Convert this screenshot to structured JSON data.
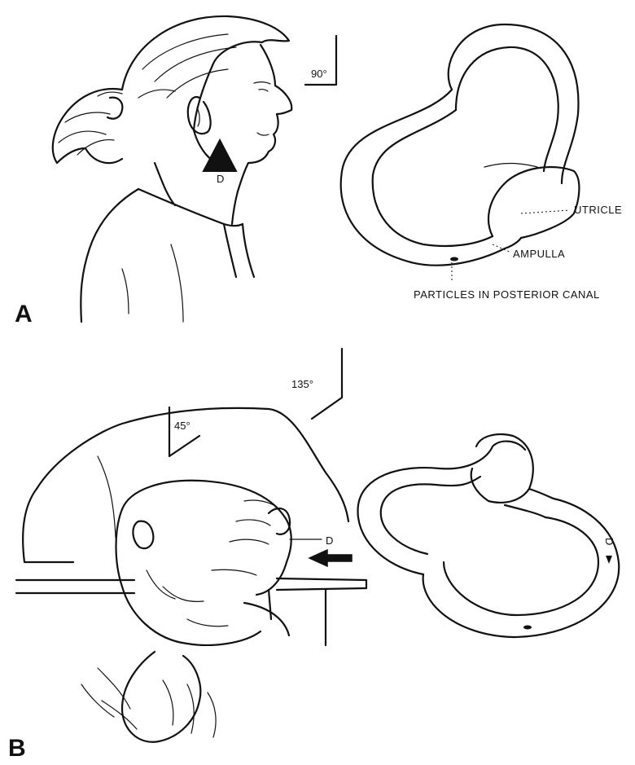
{
  "panel_a": {
    "label": "A",
    "angle": "90°",
    "direction_marker": "D",
    "utricle": "UTRICLE",
    "ampulla": "AMPULLA",
    "particles": "PARTICLES IN POSTERIOR CANAL"
  },
  "panel_b": {
    "label": "B",
    "angle_upper": "135°",
    "angle_lower": "45°",
    "direction_marker_head": "D",
    "direction_marker_canal": "D"
  }
}
